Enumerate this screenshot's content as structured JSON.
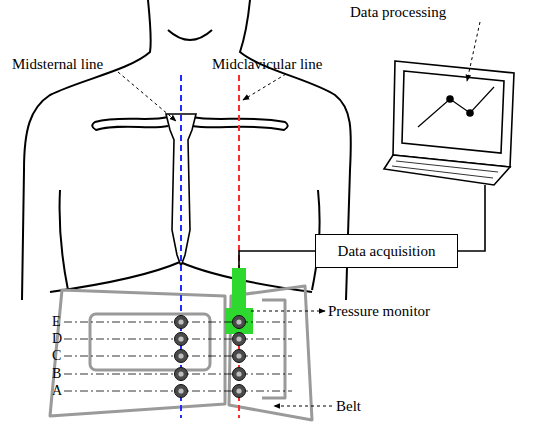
{
  "diagram": {
    "nodes": [
      {
        "text": [
          "Data processing"
        ]
      },
      {
        "text": [
          "Data acquisition"
        ]
      },
      {
        "text": [
          "Pressure monitor"
        ]
      }
    ],
    "edges": [
      {
        "from": 2,
        "to": 1,
        "arrow": "none"
      },
      {
        "from": 1,
        "to": 0,
        "arrow": "none"
      }
    ],
    "labels": [
      "Midsternal line",
      "Midclavicular line",
      "E",
      "D",
      "C",
      "B",
      "A",
      "Belt"
    ]
  }
}
